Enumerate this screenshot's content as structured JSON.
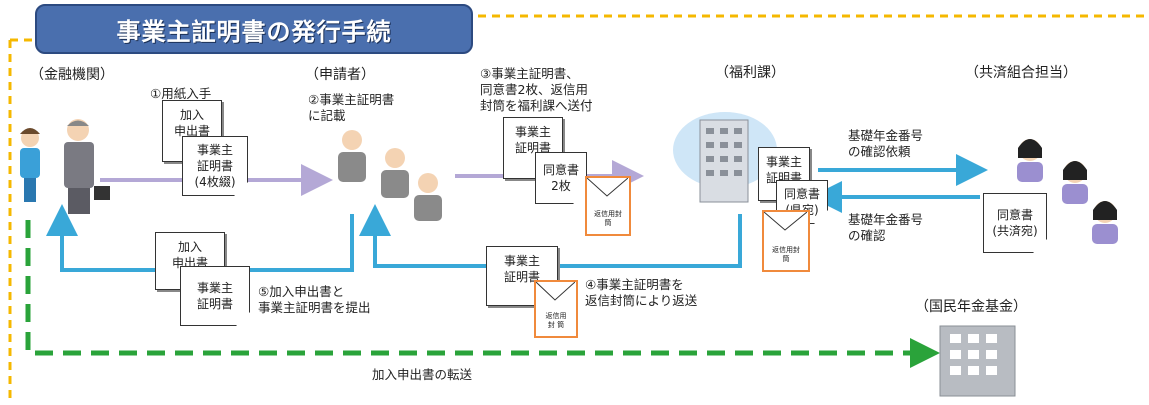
{
  "title": "事業主証明書の発行手続",
  "parties": {
    "bank": "（金融機関）",
    "applicant": "（申請者）",
    "welfare": "（福利課）",
    "mutual": "（共済組合担当）",
    "pension": "（国民年金基金）"
  },
  "steps": {
    "s1": "①用紙入手",
    "s2_line1": "②事業主証明書",
    "s2_line2": "に記載",
    "s3_line1": "③事業主証明書、",
    "s3_line2": "同意書2枚、返信用",
    "s3_line3": "封筒を福利課へ送付",
    "s4_line1": "④事業主証明書を",
    "s4_line2": "返信封筒により返送",
    "s5_line1": "⑤加入申出書と",
    "s5_line2": "事業主証明書を提出"
  },
  "notes": {
    "confirm_request_line1": "基礎年金番号",
    "confirm_request_line2": "の確認依頼",
    "confirm_line1": "基礎年金番号",
    "confirm_line2": "の確認",
    "transfer": "加入申出書の転送"
  },
  "documents": {
    "form_l1": "加入",
    "form_l2": "申出書",
    "cert_l1": "事業主",
    "cert_l2": "証明書",
    "cert_4copies": "(4枚綴)",
    "consent": "同意書",
    "two_copies": "2枚",
    "pref_addr": "(県宛)",
    "mutual_addr": "(共済宛)",
    "return_env_l1": "返信用封",
    "return_env_l2": "筒",
    "return_env2_l1": "返信用",
    "return_env2_l2": "封 筒"
  },
  "colors": {
    "title_bg": "#4a6fae",
    "blue_arrow": "#39a8d8",
    "purple_arrow": "#b4a8d6",
    "green_dash": "#2aa33a",
    "yellow_dash": "#f5b800",
    "envelope": "#f08a3c"
  }
}
